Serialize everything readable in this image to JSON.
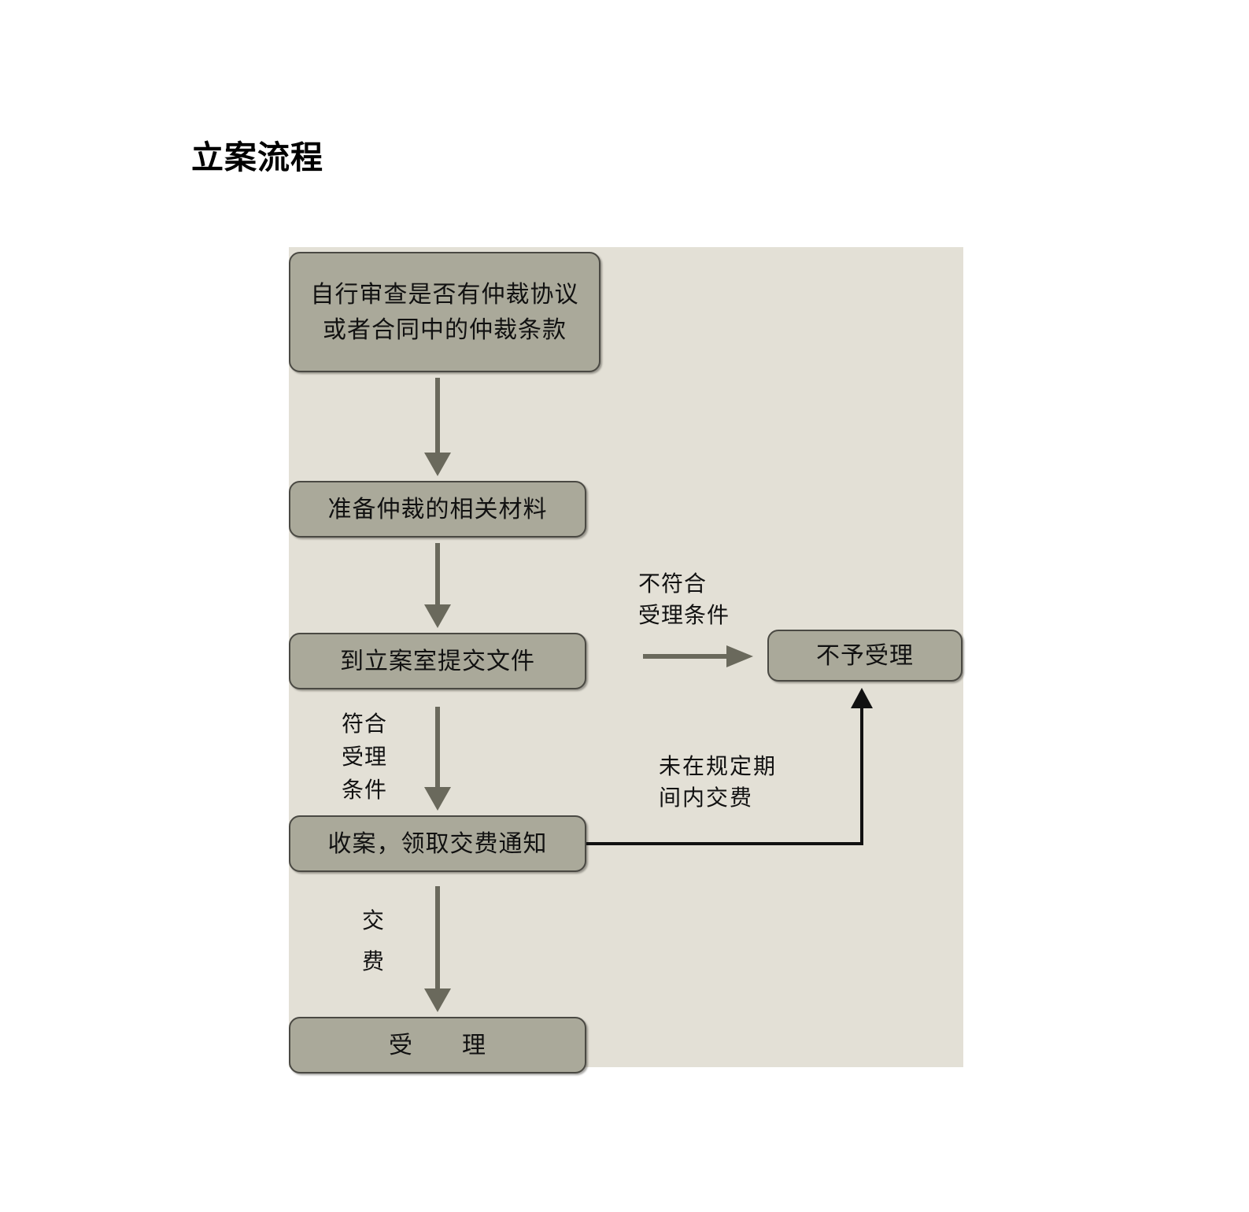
{
  "page": {
    "title": "立案流程"
  },
  "diagram": {
    "nodes": [
      {
        "id": "review",
        "text": "自行审查是否有仲裁协议\n或者合同中的仲裁条款"
      },
      {
        "id": "prepare",
        "text": "准备仲裁的相关材料"
      },
      {
        "id": "submit",
        "text": "到立案室提交文件"
      },
      {
        "id": "receive",
        "text": "收案，领取交费通知"
      },
      {
        "id": "accept",
        "text": "受　　理"
      },
      {
        "id": "reject",
        "text": "不予受理"
      }
    ],
    "edge_labels": {
      "not_meet": "不符合\n受理条件",
      "meet": "符合\n受理\n条件",
      "unpaid": "未在规定期\n间内交费",
      "pay": "交\n费"
    },
    "colors": {
      "canvas_background": "#e3e0d6",
      "node_fill": "#aaa99a",
      "node_border": "#4a4943",
      "arrow": "#6a695c",
      "elbow_arrow": "#111111",
      "text": "#111111",
      "page_background": "#ffffff"
    }
  },
  "chart_data": {
    "type": "diagram",
    "title": "立案流程",
    "nodes": [
      {
        "id": "review",
        "label": "自行审查是否有仲裁协议或者合同中的仲裁条款",
        "shape": "rounded-rect"
      },
      {
        "id": "prepare",
        "label": "准备仲裁的相关材料",
        "shape": "rounded-rect"
      },
      {
        "id": "submit",
        "label": "到立案室提交文件",
        "shape": "rounded-rect"
      },
      {
        "id": "receive",
        "label": "收案，领取交费通知",
        "shape": "rounded-rect"
      },
      {
        "id": "accept",
        "label": "受理",
        "shape": "rounded-rect"
      },
      {
        "id": "reject",
        "label": "不予受理",
        "shape": "rounded-rect"
      }
    ],
    "edges": [
      {
        "from": "review",
        "to": "prepare",
        "label": "",
        "direction": "down"
      },
      {
        "from": "prepare",
        "to": "submit",
        "label": "",
        "direction": "down"
      },
      {
        "from": "submit",
        "to": "receive",
        "label": "符合受理条件",
        "direction": "down"
      },
      {
        "from": "submit",
        "to": "reject",
        "label": "不符合受理条件",
        "direction": "right"
      },
      {
        "from": "receive",
        "to": "accept",
        "label": "交费",
        "direction": "down"
      },
      {
        "from": "receive",
        "to": "reject",
        "label": "未在规定期间内交费",
        "direction": "elbow-up"
      }
    ]
  }
}
